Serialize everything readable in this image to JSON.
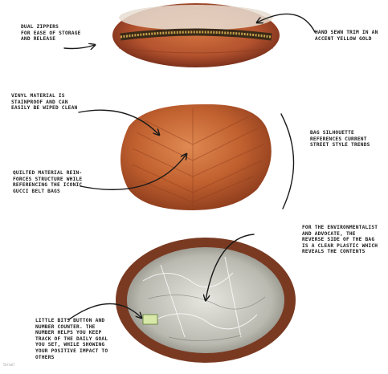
{
  "annotations": {
    "zipper": "Dual zippers\nfor ease of storage\nand release",
    "trim": "Hand sewn trim in an\naccent yellow gold",
    "vinyl": "Vinyl material is\nstainproof and can\neasily be wiped clean",
    "silhouette": "Bag silhouette\nreferences current\nstreet style trends",
    "quilted": "Quilted material rein-\nforces structure while\nreferencing the iconic\nGucci belt bags",
    "environment": "For the environmentalist\nand advocate, the\nreverse side of the bag\nis a clear plastic which\nreveals the contents",
    "counter": "Little bits button and\nnumber counter. The\nnumber helps you keep\ntrack of the daily goal\nyou set, while showing\nyour positive impact to\nothers"
  },
  "corner_mark": "Small",
  "colors": {
    "leather": "#b4532e",
    "leather_dark": "#6e2818",
    "zipper": "#c9a24a",
    "ink": "#1a1a1a"
  }
}
